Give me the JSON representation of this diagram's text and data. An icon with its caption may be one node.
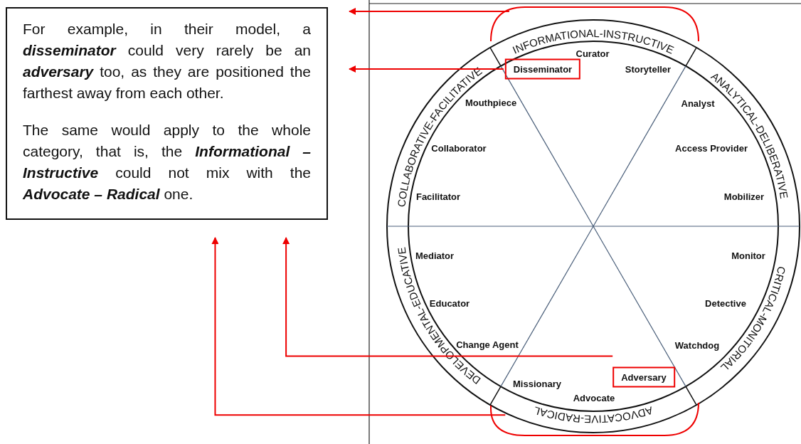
{
  "diagram": {
    "nodes": [
      {
        "text": [
          "For example, in their model, a **disseminator** could very rarely be an **adversary** too, as they are positioned the farthest away from each other.",
          "The same would apply to the whole category, that is, the **Informational – Instructive** could not mix with the **Advocate – Radical** one."
        ]
      },
      {
        "text": [
          "INFORMATIONAL-INSTRUCTIVE"
        ]
      },
      {
        "text": [
          "Disseminator"
        ]
      },
      {
        "text": [
          "Adversary"
        ]
      },
      {
        "text": [
          "ADVOCATIVE-RADICAL"
        ]
      }
    ],
    "edges": [
      {
        "from": 1,
        "to": 0,
        "arrow": "to"
      },
      {
        "from": 2,
        "to": 0,
        "arrow": "to"
      },
      {
        "from": 3,
        "to": 0,
        "arrow": "to"
      },
      {
        "from": 4,
        "to": 0,
        "arrow": "to"
      }
    ],
    "labels": [
      "COLLABORATIVE-FACILITATIVE",
      "Curator",
      "Storyteller",
      "ANALYTICAL-DELIBERATIVE",
      "Mouthpiece",
      "Analyst",
      "Collaborator",
      "Access Provider",
      "Facilitator",
      "Mobilizer",
      "DEVELOPMENTAL-EDUCATIVE",
      "Mediator",
      "Monitor",
      "CRITICAL-MONITORIAL",
      "Educator",
      "Detective",
      "Change Agent",
      "Watchdog",
      "Missionary",
      "Advocate"
    ]
  }
}
